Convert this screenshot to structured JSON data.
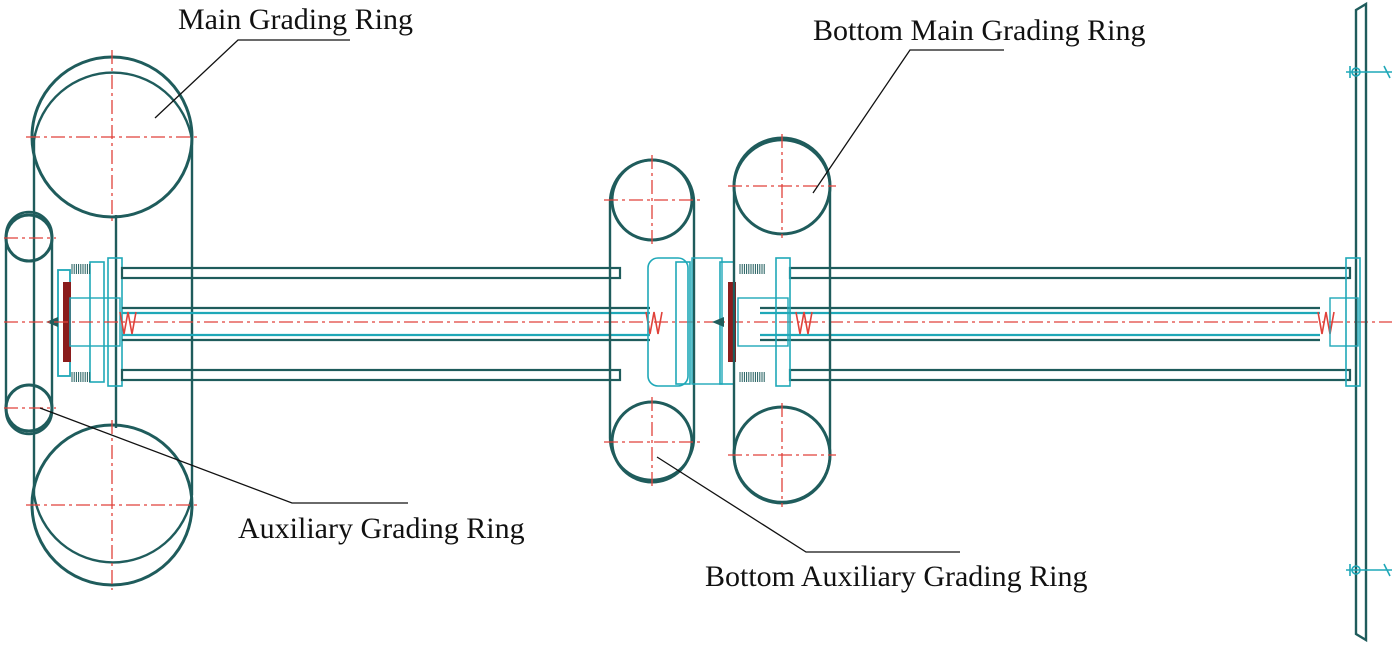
{
  "labels": {
    "main_grading_ring": "Main Grading Ring",
    "bottom_main_grading_ring": "Bottom Main Grading Ring",
    "auxiliary_grading_ring": "Auxiliary Grading Ring",
    "bottom_auxiliary_grading_ring": "Bottom Auxiliary Grading Ring"
  },
  "colors": {
    "ring_stroke": "#1f5c5c",
    "hardware": "#1fa8b8",
    "centerline": "#e0413a",
    "shield_fill": "#8a1c1c",
    "text": "#111111"
  }
}
